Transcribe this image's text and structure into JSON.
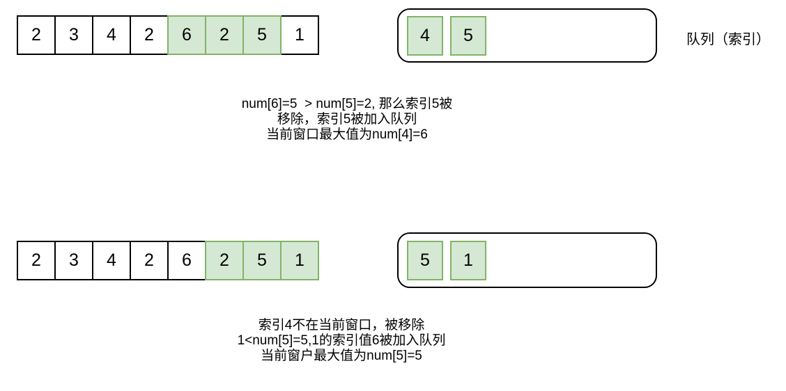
{
  "queue_label": "队列（索引）",
  "colors": {
    "highlight_fill": "#d5e8d4",
    "highlight_border": "#82b366",
    "line": "#000000"
  },
  "step1": {
    "array_values": [
      "2",
      "3",
      "4",
      "2",
      "6",
      "2",
      "5",
      "1"
    ],
    "highlighted_indices": [
      4,
      5,
      6
    ],
    "queue": [
      "4",
      "5"
    ],
    "caption_lines": [
      "num[6]=5  > num[5]=2, 那么索引5被",
      "移除，索引5被加入队列",
      "当前窗口最大值为num[4]=6"
    ]
  },
  "step2": {
    "array_values": [
      "2",
      "3",
      "4",
      "2",
      "6",
      "2",
      "5",
      "1"
    ],
    "highlighted_indices": [
      5,
      6,
      7
    ],
    "queue": [
      "5",
      "1"
    ],
    "caption_lines": [
      "索引4不在当前窗口，被移除",
      "1<num[5]=5,1的索引值6被加入队列",
      "当前窗户最大值为num[5]=5"
    ]
  }
}
